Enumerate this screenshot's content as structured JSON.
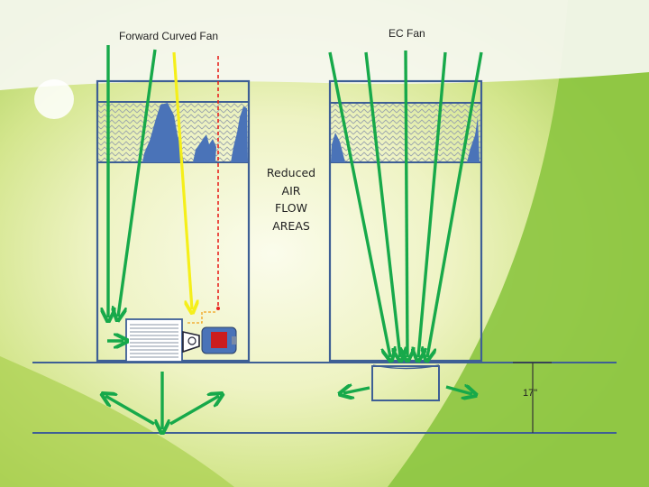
{
  "labels": {
    "left_fan": "Forward Curved Fan",
    "right_fan": "EC Fan",
    "reduced": [
      "Reduced",
      "AIR",
      "FLOW",
      "AREAS"
    ],
    "height": "17\""
  },
  "colors": {
    "airflow_arrow": "#17a94a",
    "yellow_arrow": "#f5ef1a",
    "red_dashed": "#e8231e",
    "unit_outline": "#3e5f95",
    "blocked_area": "#4a73b8",
    "bg_green": "#8cc540",
    "bg_light": "#eef3c8",
    "motor_red": "#cc1d1d",
    "dashed_orange": "#f2a31b"
  },
  "icons": [
    "forward-curved-fan-icon",
    "motor-icon",
    "ec-fan-icon",
    "height-dimension-icon"
  ]
}
